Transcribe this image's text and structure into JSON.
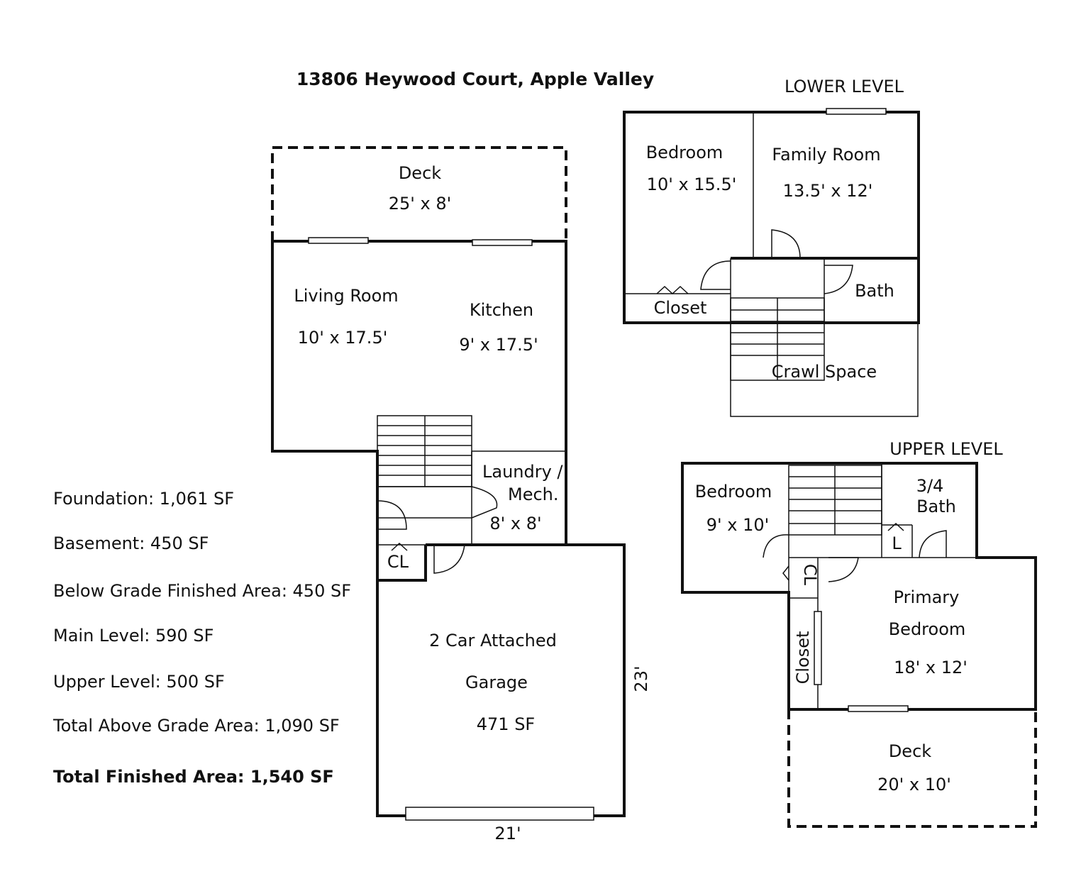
{
  "title": "13806 Heywood Court, Apple Valley",
  "levels": {
    "lower": "LOWER LEVEL",
    "upper": "UPPER LEVEL"
  },
  "main_level": {
    "deck": {
      "name": "Deck",
      "size": "25' x 8'"
    },
    "living_room": {
      "name": "Living Room",
      "size": "10' x 17.5'"
    },
    "kitchen": {
      "name": "Kitchen",
      "size": "9' x 17.5'"
    },
    "laundry": {
      "name_line1": "Laundry /",
      "name_line2": "Mech.",
      "size": "8' x 8'"
    },
    "closet": "CL",
    "garage": {
      "line1": "2 Car Attached",
      "line2": "Garage",
      "area": "471 SF"
    },
    "dim_width": "21'",
    "dim_depth": "23'"
  },
  "lower_level": {
    "bedroom": {
      "name": "Bedroom",
      "size": "10' x 15.5'"
    },
    "family_room": {
      "name": "Family Room",
      "size": "13.5' x 12'"
    },
    "closet": "Closet",
    "bath": "Bath",
    "crawl_space": "Crawl Space"
  },
  "upper_level": {
    "bedroom": {
      "name": "Bedroom",
      "size": "9' x 10'"
    },
    "bath": {
      "line1": "3/4",
      "line2": "Bath"
    },
    "linen": "L",
    "closet_cl": "CL",
    "closet": "Closet",
    "primary": {
      "line1": "Primary",
      "line2": "Bedroom",
      "size": "18' x 12'"
    },
    "deck": {
      "name": "Deck",
      "size": "20' x 10'"
    }
  },
  "stats": {
    "foundation": "Foundation: 1,061 SF",
    "basement": "Basement: 450 SF",
    "below_grade": "Below Grade Finished Area: 450 SF",
    "main_level": "Main Level: 590 SF",
    "upper_level": "Upper Level: 500 SF",
    "above_grade": "Total Above Grade Area: 1,090 SF",
    "total_finished": "Total Finished Area: 1,540 SF"
  }
}
